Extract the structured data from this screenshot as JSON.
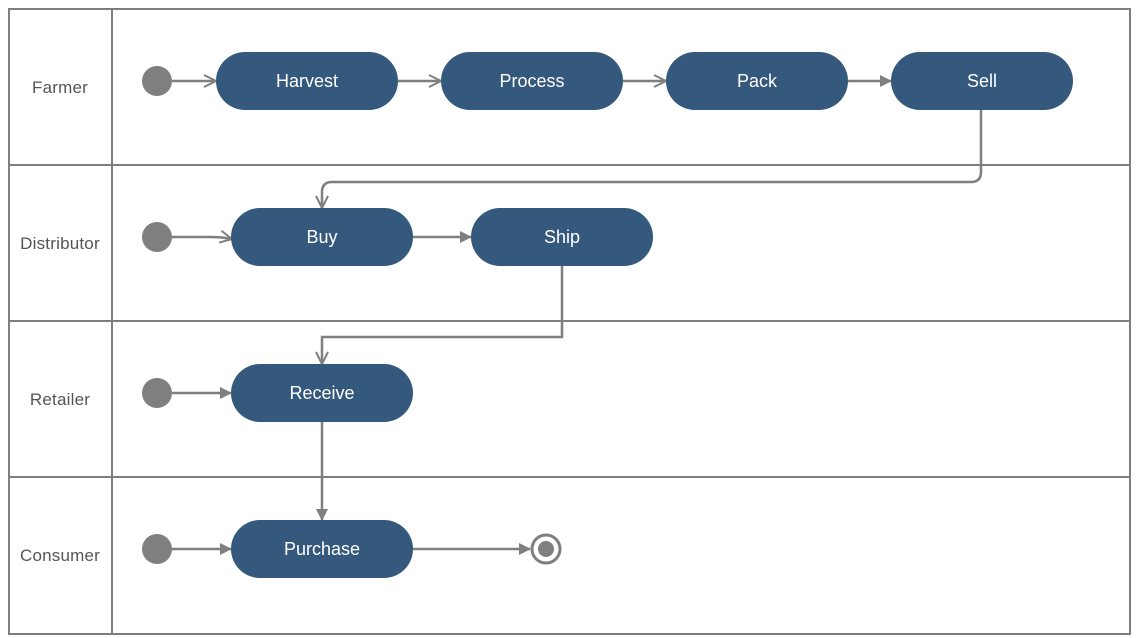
{
  "lanes": [
    {
      "label": "Farmer"
    },
    {
      "label": "Distributor"
    },
    {
      "label": "Retailer"
    },
    {
      "label": "Consumer"
    }
  ],
  "activities": {
    "harvest": "Harvest",
    "process": "Process",
    "pack": "Pack",
    "sell": "Sell",
    "buy": "Buy",
    "ship": "Ship",
    "receive": "Receive",
    "purchase": "Purchase"
  },
  "colors": {
    "activity_fill": "#35597c",
    "activity_text": "#ffffff",
    "connector": "#7f7f7f",
    "border": "#7f7f7f",
    "lane_label": "#555555"
  }
}
